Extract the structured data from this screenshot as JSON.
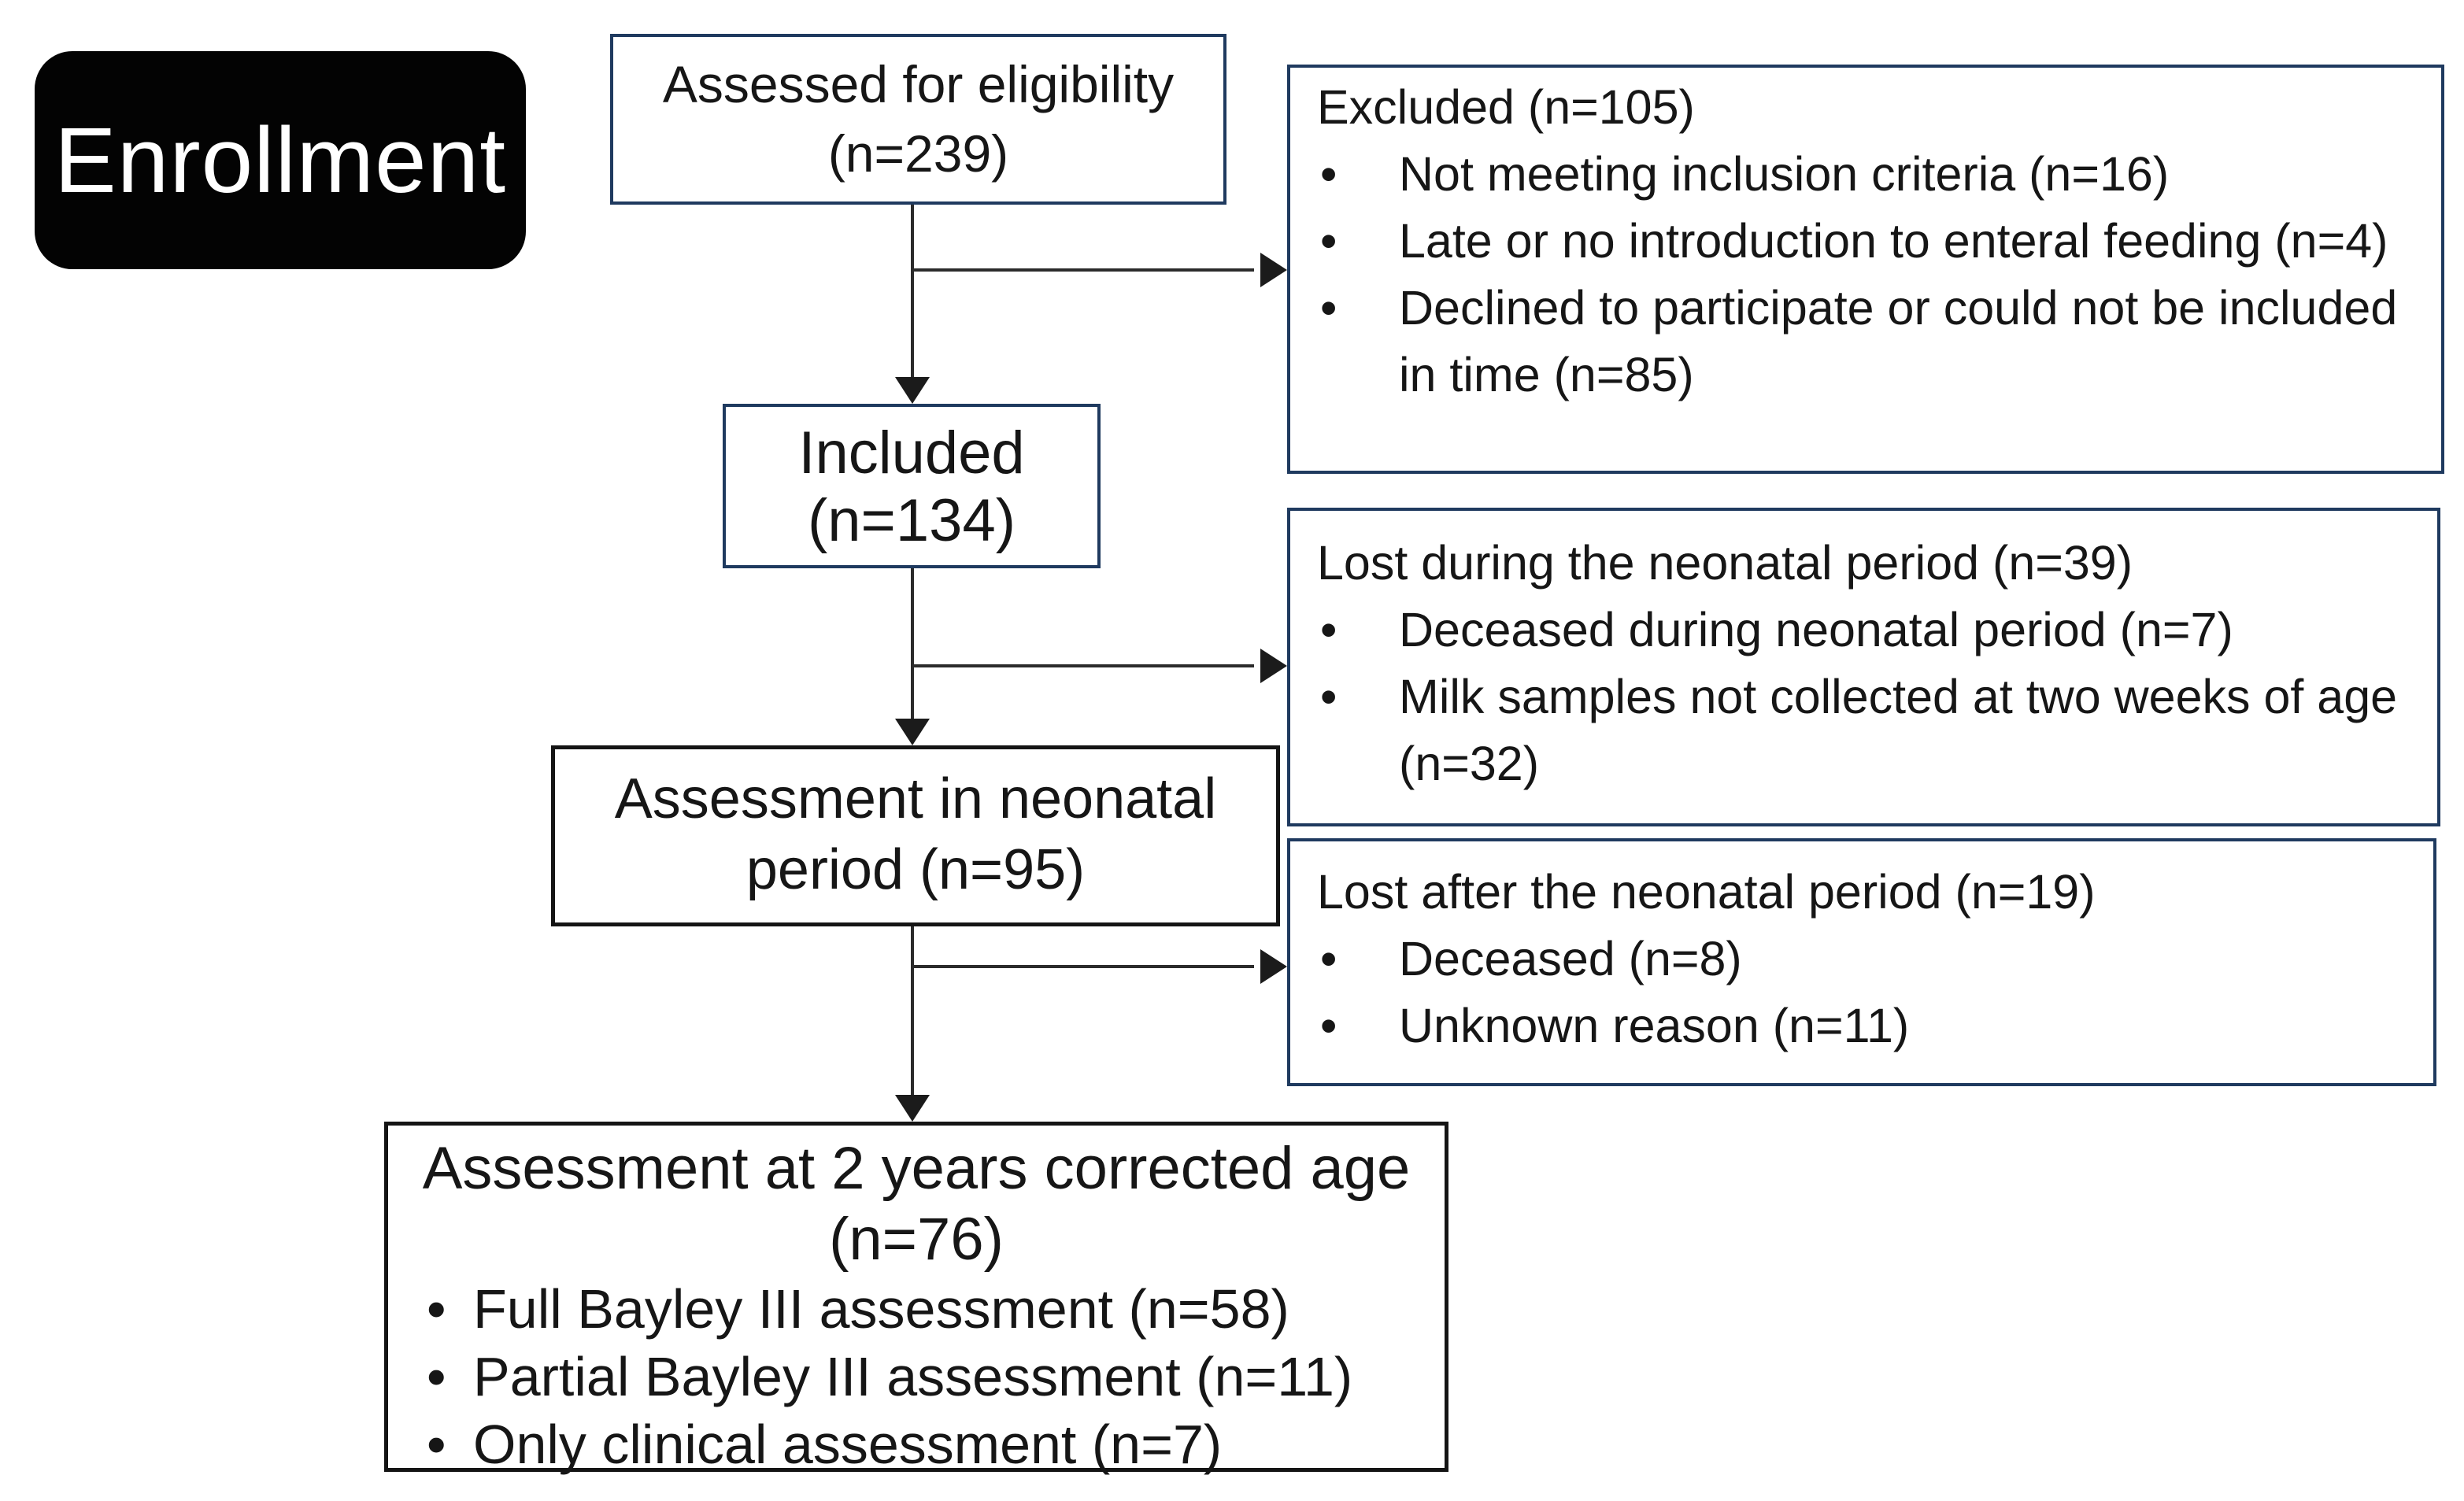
{
  "badge": {
    "label": "Enrollment",
    "bg": "#030303",
    "text_color": "#ffffff"
  },
  "bullet_char": "•",
  "colors": {
    "navy_border": "#1f3a5f",
    "dark_border": "#141414",
    "connector_line": "#2b2b2b",
    "text": "#161616",
    "background": "#ffffff"
  },
  "boxes": {
    "assessed": {
      "lines": [
        "Assessed for eligibility",
        "(n=239)"
      ]
    },
    "excluded": {
      "title": "Excluded (n=105)",
      "items": [
        "Not meeting inclusion criteria (n=16)",
        "Late or no introduction to enteral feeding (n=4)",
        "Declined to participate or could not be included in time (n=85)"
      ]
    },
    "included": {
      "lines": [
        "Included",
        "(n=134)"
      ]
    },
    "lost_neonatal": {
      "title": "Lost during the neonatal period (n=39)",
      "items": [
        "Deceased during neonatal period (n=7)",
        "Milk samples not collected at two weeks of age (n=32)"
      ]
    },
    "assessment_neonatal": {
      "lines": [
        "Assessment in neonatal",
        "period (n=95)"
      ]
    },
    "lost_after": {
      "title": "Lost after the neonatal period (n=19)",
      "items": [
        "Deceased (n=8)",
        "Unknown reason (n=11)"
      ]
    },
    "assessment_2years": {
      "title_lines": [
        "Assessment at 2 years corrected age",
        "(n=76)"
      ],
      "items": [
        "Full Bayley III assessment (n=58)",
        "Partial Bayley III assessment (n=11)",
        "Only clinical assessment (n=7)"
      ]
    }
  }
}
